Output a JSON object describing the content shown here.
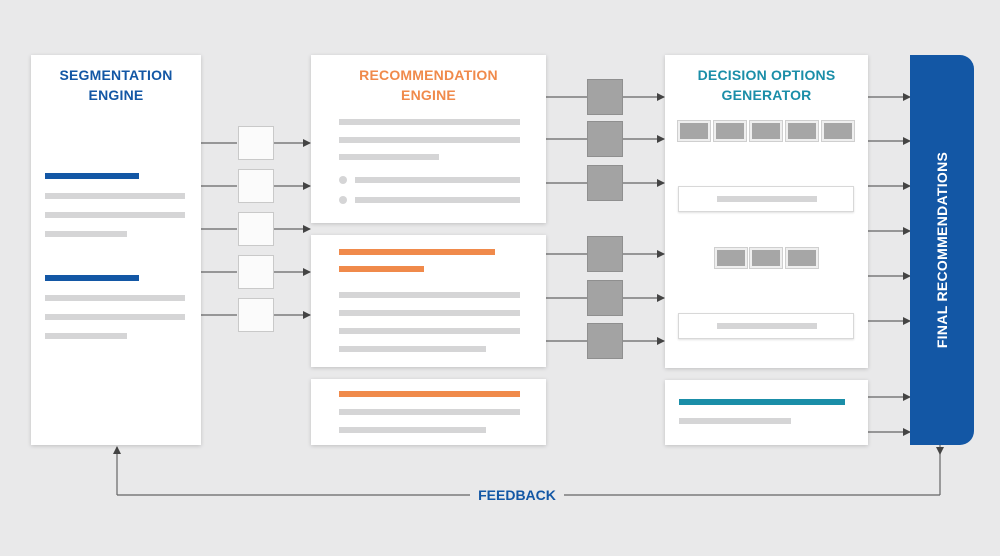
{
  "segmentation": {
    "title_line1": "SEGMENTATION",
    "title_line2": "ENGINE"
  },
  "recommendation": {
    "title_line1": "RECOMMENDATION",
    "title_line2": "ENGINE"
  },
  "decision": {
    "title_line1": "DECISION OPTIONS",
    "title_line2": "GENERATOR"
  },
  "final": {
    "label": "FINAL RECOMMENDATIONS"
  },
  "feedback": {
    "label": "FEEDBACK"
  },
  "colors": {
    "blue": "#1357a5",
    "orange": "#f08a4b",
    "teal": "#1a8ea8",
    "gray_box": "#a3a3a3",
    "line": "#555555"
  }
}
